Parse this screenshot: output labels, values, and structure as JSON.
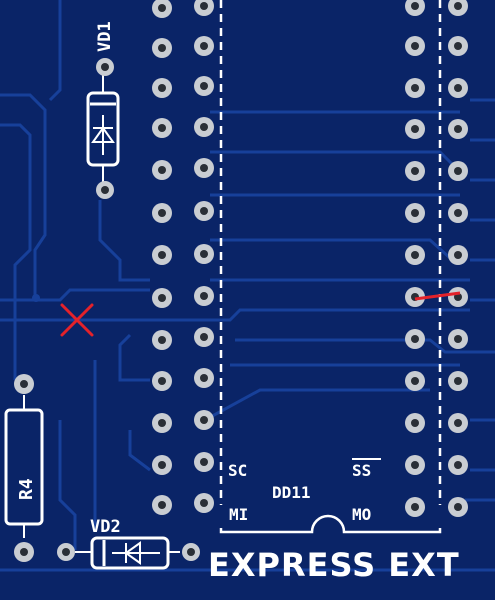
{
  "board": {
    "background": "#0a2467",
    "trace_color": "#17409a",
    "copper_ring": "#c9cdd2",
    "drill_color": "#2a2f36",
    "silk_color": "#ffffff",
    "error_color": "#e4222a"
  },
  "labels": {
    "vd1": "VD1",
    "vd2": "VD2",
    "r4": "R4",
    "chip": "DD11",
    "pin_sc": "SC",
    "pin_ss": "SS",
    "pin_mi": "MI",
    "pin_mo": "MO",
    "bottom_text": "EXPRESS EXT"
  },
  "components": {
    "diode_vd1_icon": "diode-symbol",
    "diode_vd2_icon": "diode-symbol",
    "error_marker_icon": "red-x-marker"
  }
}
